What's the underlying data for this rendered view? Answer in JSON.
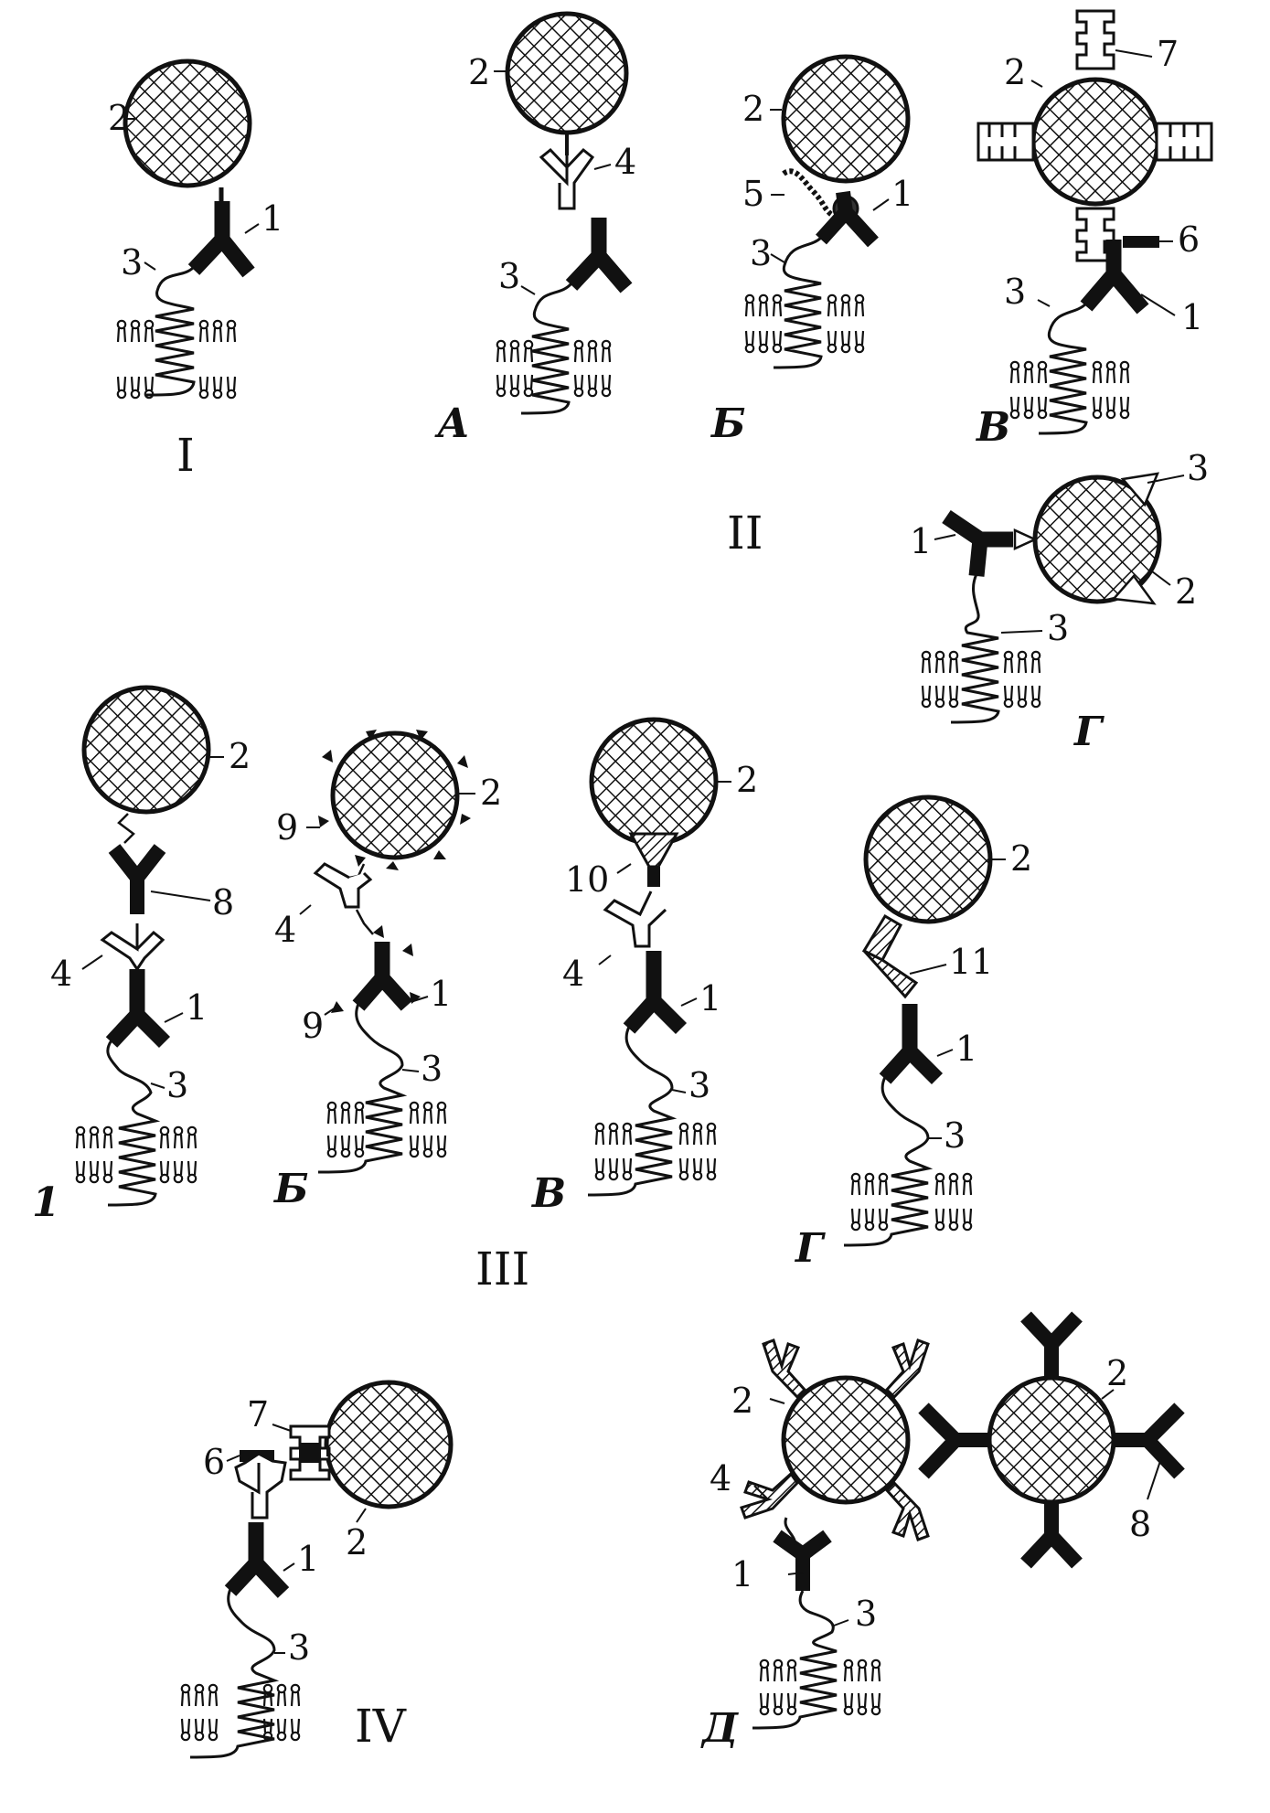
{
  "roman_labels": {
    "I": "I",
    "II": "II",
    "III": "III",
    "IV": "IV"
  },
  "letters": {
    "A": "А",
    "B": "Б",
    "V": "В",
    "G": "Г",
    "D": "Д",
    "one": "1"
  },
  "numbers": {
    "n1": "1",
    "n2": "2",
    "n3": "3",
    "n4": "4",
    "n5": "5",
    "n6": "6",
    "n7": "7",
    "n8": "8",
    "n9": "9",
    "n10": "10",
    "n11": "11"
  },
  "colors": {
    "ink": "#111111",
    "paper": "#ffffff"
  },
  "icons": {
    "liposome": "crosshatched-circle",
    "antibody": "y-shape",
    "anchor": "coiled-membrane-anchor"
  }
}
